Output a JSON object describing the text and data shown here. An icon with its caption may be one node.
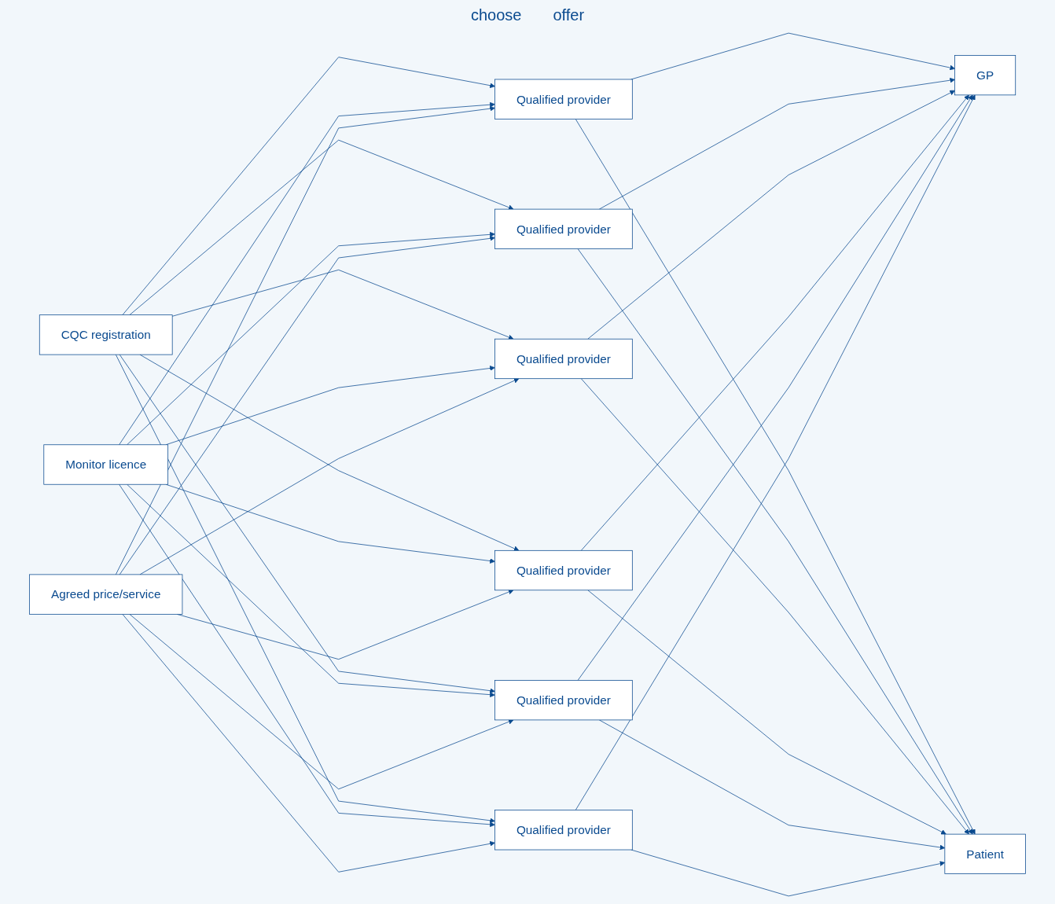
{
  "diagram": {
    "nodes": [
      {
        "text": [
          "Qualified provider"
        ]
      },
      {
        "text": [
          "Qualified provider"
        ]
      },
      {
        "text": [
          "CQC registration"
        ]
      },
      {
        "text": [
          "Qualified provider"
        ]
      },
      {
        "text": [
          "GP"
        ]
      },
      {
        "text": [
          "Monitor licence"
        ]
      },
      {
        "text": [
          "Qualified provider"
        ]
      },
      {
        "text": [
          "Patient"
        ]
      },
      {
        "text": [
          "Agreed price/service"
        ]
      },
      {
        "text": [
          "Qualified provider"
        ]
      },
      {
        "text": [
          "Qualified provider"
        ]
      }
    ],
    "edges": [
      {
        "from": 2,
        "to": 0,
        "arrow": "to"
      },
      {
        "from": 2,
        "to": 1,
        "arrow": "to"
      },
      {
        "from": 2,
        "to": 3,
        "arrow": "to"
      },
      {
        "from": 2,
        "to": 6,
        "arrow": "to"
      },
      {
        "from": 2,
        "to": 9,
        "arrow": "to"
      },
      {
        "from": 2,
        "to": 10,
        "arrow": "to"
      },
      {
        "from": 5,
        "to": 0,
        "arrow": "to"
      },
      {
        "from": 5,
        "to": 1,
        "arrow": "to"
      },
      {
        "from": 5,
        "to": 3,
        "arrow": "to"
      },
      {
        "from": 5,
        "to": 6,
        "arrow": "to"
      },
      {
        "from": 5,
        "to": 9,
        "arrow": "to"
      },
      {
        "from": 5,
        "to": 10,
        "arrow": "to"
      },
      {
        "from": 8,
        "to": 0,
        "arrow": "to"
      },
      {
        "from": 8,
        "to": 1,
        "arrow": "to"
      },
      {
        "from": 8,
        "to": 3,
        "arrow": "to"
      },
      {
        "from": 8,
        "to": 6,
        "arrow": "to"
      },
      {
        "from": 8,
        "to": 9,
        "arrow": "to"
      },
      {
        "from": 8,
        "to": 10,
        "arrow": "to"
      },
      {
        "from": 0,
        "to": 4,
        "arrow": "to"
      },
      {
        "from": 1,
        "to": 4,
        "arrow": "to"
      },
      {
        "from": 3,
        "to": 4,
        "arrow": "to"
      },
      {
        "from": 6,
        "to": 4,
        "arrow": "to"
      },
      {
        "from": 9,
        "to": 4,
        "arrow": "to"
      },
      {
        "from": 10,
        "to": 4,
        "arrow": "to"
      },
      {
        "from": 0,
        "to": 7,
        "arrow": "to"
      },
      {
        "from": 1,
        "to": 7,
        "arrow": "to"
      },
      {
        "from": 3,
        "to": 7,
        "arrow": "to"
      },
      {
        "from": 6,
        "to": 7,
        "arrow": "to"
      },
      {
        "from": 9,
        "to": 7,
        "arrow": "to"
      },
      {
        "from": 10,
        "to": 7,
        "arrow": "to"
      }
    ],
    "labels": [
      "choose",
      "offer"
    ]
  }
}
